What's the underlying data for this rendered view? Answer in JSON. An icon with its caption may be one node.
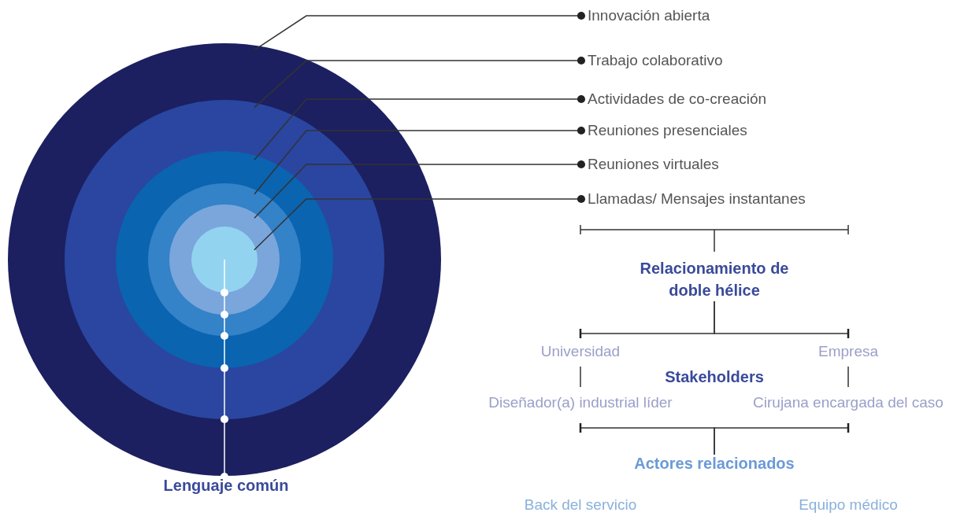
{
  "diagram": {
    "nodes": [
      {
        "text": [],
        "shape": "circle"
      },
      {
        "text": [],
        "shape": "circle",
        "in": 0
      },
      {
        "text": [],
        "shape": "circle",
        "in": 1
      },
      {
        "text": [],
        "shape": "circle",
        "in": 2
      },
      {
        "text": [],
        "shape": "circle",
        "in": 3
      },
      {
        "text": [],
        "shape": "circle",
        "in": 4
      },
      {
        "text": [
          "Innovación abierta"
        ]
      },
      {
        "text": [
          "Trabajo colaborativo"
        ]
      },
      {
        "text": [
          "Actividades de co-creación"
        ]
      },
      {
        "text": [
          "Reuniones presenciales"
        ]
      },
      {
        "text": [
          "Reuniones virtuales"
        ]
      },
      {
        "text": [
          "Llamadas/ Mensajes instantanes"
        ]
      },
      {
        "text": [
          "Relacionamiento de doble hélice"
        ]
      },
      {
        "text": [
          "Universidad"
        ]
      },
      {
        "text": [
          "Empresa"
        ]
      },
      {
        "text": [
          "Diseñador(a) industrial líder"
        ]
      },
      {
        "text": [
          "Cirujana encargada del caso"
        ]
      },
      {
        "text": [
          "Actores relacionados"
        ]
      },
      {
        "text": [
          "Lenguaje común"
        ]
      }
    ],
    "edges": [
      {
        "from": 6,
        "to": 0,
        "arrow": "other"
      },
      {
        "from": 7,
        "to": 1,
        "arrow": "other"
      },
      {
        "from": 8,
        "to": 2,
        "arrow": "other"
      },
      {
        "from": 9,
        "to": 3,
        "arrow": "other"
      },
      {
        "from": 10,
        "to": 4,
        "arrow": "other"
      },
      {
        "from": 11,
        "to": 5,
        "arrow": "other"
      },
      {
        "from": 12,
        "to": 13,
        "arrow": "other"
      },
      {
        "from": 12,
        "to": 14,
        "arrow": "other"
      },
      {
        "from": 13,
        "to": 15,
        "arrow": "none"
      },
      {
        "from": 14,
        "to": 16,
        "arrow": "none"
      },
      {
        "from": 17,
        "to": 15,
        "arrow": "other"
      },
      {
        "from": 17,
        "to": 16,
        "arrow": "other"
      },
      {
        "from": 5,
        "to": 18,
        "arrow": "other",
        "color": "#ffffff"
      }
    ],
    "labels": [
      "Stakeholders",
      "Back del servicio",
      "Equipo médico"
    ]
  }
}
